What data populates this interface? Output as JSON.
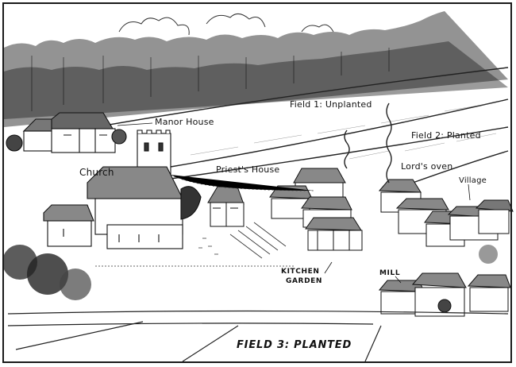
{
  "labels": {
    "manor_house": "Manor House",
    "field1": "Field 1: Unplanted",
    "field2": "Field 2: Planted",
    "church": "Church",
    "priests_house": "Priest's House",
    "lords_oven": "Lord's oven",
    "village": "Village",
    "kitchen_garden_1": "KITCHEN",
    "kitchen_garden_2": "GARDEN",
    "mill": "MILL",
    "field3": "FIELD 3: PLANTED"
  },
  "colors": {
    "ink": "#1a1a1a",
    "paper": "#ffffff",
    "shade": "#555555"
  }
}
